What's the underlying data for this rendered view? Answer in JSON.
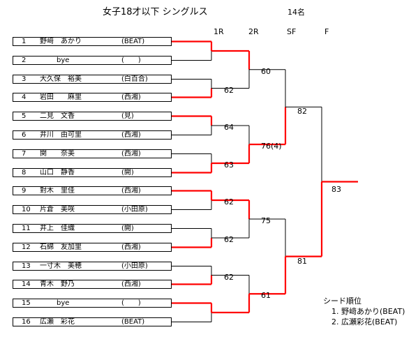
{
  "title": "女子18才以下 シングルス",
  "count": "14名",
  "rounds": [
    "1R",
    "2R",
    "SF",
    "F"
  ],
  "colors": {
    "win": "#ff0000",
    "line": "#000000"
  },
  "players": [
    {
      "no": "1",
      "name": "野﨑　あかり",
      "club": "(BEAT)"
    },
    {
      "no": "2",
      "name": "bye",
      "club": "(　　)"
    },
    {
      "no": "3",
      "name": "大久保　裕美",
      "club": "(白百合)"
    },
    {
      "no": "4",
      "name": "岩田　　麻里",
      "club": "(西湘)"
    },
    {
      "no": "5",
      "name": "二見　文香",
      "club": "(見)"
    },
    {
      "no": "6",
      "name": "井川　由可里",
      "club": "(西湘)"
    },
    {
      "no": "7",
      "name": "関　　奈美",
      "club": "(西湘)"
    },
    {
      "no": "8",
      "name": "山口　静香",
      "club": "(開)"
    },
    {
      "no": "9",
      "name": "對木　里佳",
      "club": "(西湘)"
    },
    {
      "no": "10",
      "name": "片倉　美咲",
      "club": "(小田原)"
    },
    {
      "no": "11",
      "name": "井上　佳織",
      "club": "(開)"
    },
    {
      "no": "12",
      "name": "石綿　友加里",
      "club": "(西湘)"
    },
    {
      "no": "13",
      "name": "一寸木　美穂",
      "club": "(小田原)"
    },
    {
      "no": "14",
      "name": "青木　野乃",
      "club": "(西湘)"
    },
    {
      "no": "15",
      "name": "bye",
      "club": "(　　)"
    },
    {
      "no": "16",
      "name": "広瀬　彩花",
      "club": "(BEAT)"
    }
  ],
  "winners": {
    "r1": [
      0,
      1,
      0,
      1,
      0,
      1,
      1,
      0
    ],
    "r2": [
      0,
      1,
      0,
      1
    ],
    "sf": [
      1,
      1
    ],
    "f": [
      1
    ]
  },
  "scores": {
    "r1": [
      "",
      "62",
      "64",
      "63",
      "62",
      "62",
      "62",
      ""
    ],
    "r2": [
      "60",
      "76(4)",
      "75",
      "61"
    ],
    "sf": [
      "82",
      "81"
    ],
    "f": [
      "83"
    ]
  },
  "seeds": {
    "heading": "シード順位",
    "items": [
      "1. 野﨑あかり(BEAT)",
      "2. 広瀬彩花(BEAT)"
    ]
  }
}
